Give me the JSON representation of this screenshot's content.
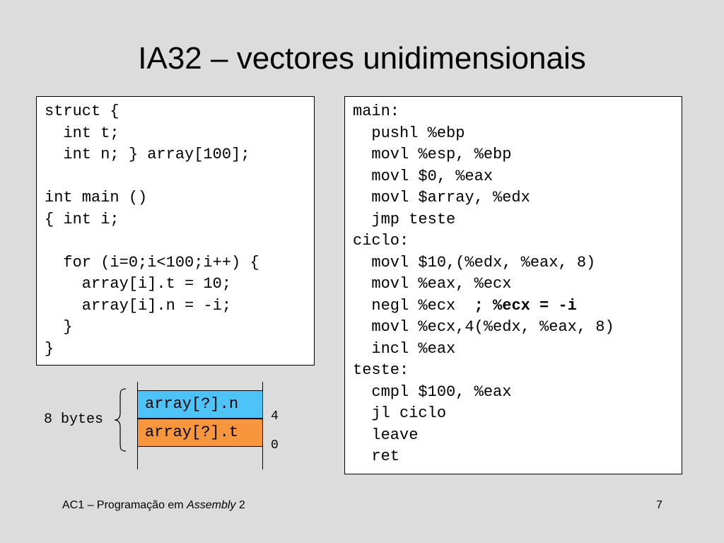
{
  "slide": {
    "title": "IA32 – vectores unidimensionais",
    "footer_left_prefix": "AC1 – Programação em ",
    "footer_left_italic": "Assembly",
    "footer_left_suffix": " 2",
    "page_number": "7"
  },
  "c_code": {
    "lines": [
      "struct {",
      "  int t;",
      "  int n; } array[100];",
      "",
      "int main ()",
      "{ int i;",
      "",
      "  for (i=0;i<100;i++) {",
      "    array[i].t = 10;",
      "    array[i].n = -i;",
      "  }",
      "}"
    ]
  },
  "asm_code": {
    "lines": [
      "main:",
      "  pushl %ebp",
      "  movl %esp, %ebp",
      "  movl $0, %eax",
      "  movl $array, %edx",
      "  jmp teste",
      "ciclo:",
      "  movl $10,(%edx, %eax, 8)",
      "  movl %eax, %ecx",
      "  negl %ecx  ",
      "  movl %ecx,4(%edx, %eax, 8)",
      "  incl %eax",
      "teste:",
      "  cmpl $100, %eax",
      "  jl ciclo",
      "  leave",
      "  ret"
    ],
    "comment": "; %ecx = -i"
  },
  "memory_diagram": {
    "size_label": "8 bytes",
    "cells": [
      {
        "label": "array[?].n",
        "offset": "4",
        "color": "#4dc3f7"
      },
      {
        "label": "array[?].t",
        "offset": "0",
        "color": "#f7963c"
      }
    ]
  }
}
